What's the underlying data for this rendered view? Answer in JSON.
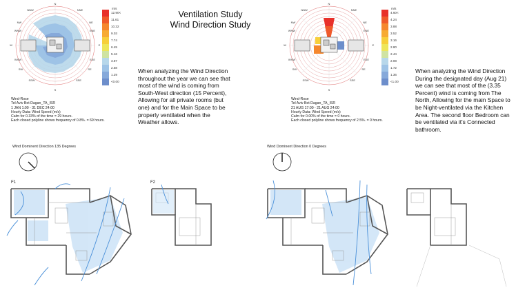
{
  "title": {
    "line1": "Ventilation Study",
    "line2": "Wind Direction Study"
  },
  "left": {
    "paragraph": "When analyzing the Wind Direction throughout the year we can see that most of the wind is coming from South-West direction (15 Percent), Allowing for all private rooms (but one) and for the Main Space to be properly ventilated when the Weather allows.",
    "meta": [
      "Wind-Rose",
      "Tel Aviv Bet Dagan_TA_ISR",
      "1 JAN 1:00 - 31 DEC 24:00",
      "Hourly Data: Wind Speed (m/s)",
      "Calm for 0.33% of the time = 29 hours.",
      "Each closed polyline shows frequency of 0.8%. = 69 hours."
    ],
    "legend_unit": "m/s",
    "legend": [
      "12.90<",
      "11.61",
      "10.32",
      "9.03",
      "7.74",
      "6.45",
      "5.16",
      "3.87",
      "2.58",
      "1.29",
      "<0.00"
    ],
    "dominant_label": "Wind Dominent Direction 135 Degrees",
    "dominant_degrees": 135,
    "floors": [
      "F1",
      "F2"
    ]
  },
  "right": {
    "paragraph": "When analyzing the Wind Direction During the designated day (Aug 21) we can see that most of the (3.35 Percent) wind is coming from The North, Allowing for the main Space to be Night-ventilated via the Kitchen Area. The second floor Bedroom can be ventilated via it's Connected bathroom.",
    "meta": [
      "Wind-Rose",
      "Tel Aviv Bet Dagan_TA_ISR",
      "21 AUG 17:00 - 21 AUG 24:00",
      "Hourly Data: Wind Speed (m/s)",
      "Calm for 0.00% of the time = 0 hours.",
      "Each closed polyline shows frequency of 2.5%. = 0 hours."
    ],
    "legend_unit": "m/s",
    "legend": [
      "4.60<",
      "4.24",
      "3.88",
      "3.52",
      "3.16",
      "2.80",
      "2.44",
      "2.08",
      "1.72",
      "1.36",
      "<1.00"
    ],
    "dominant_label": "Wind Dominent Direction 0 Degrees",
    "dominant_degrees": 0,
    "floors": []
  },
  "legend_colors": [
    "#e8302a",
    "#ef5a2b",
    "#f5872e",
    "#f7ab33",
    "#f7cf3b",
    "#eee65a",
    "#cfe3a2",
    "#b7d7ea",
    "#9ec3e6",
    "#86a9da",
    "#6d8ecb"
  ],
  "airflow_color": "#4a90d9",
  "airflow_fill": "#cfe4f7"
}
